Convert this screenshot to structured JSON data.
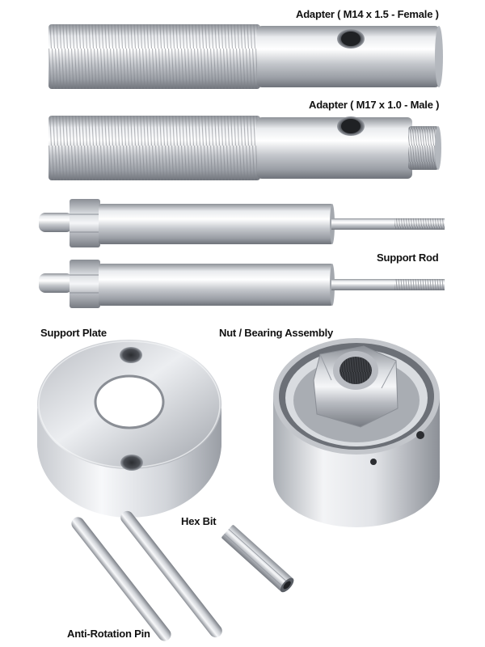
{
  "labels": {
    "adapter_female": "Adapter ( M14 x 1.5 - Female )",
    "adapter_male": "Adapter ( M17 x 1.0 - Male )",
    "support_rod": "Support Rod",
    "support_plate": "Support Plate",
    "nut_bearing": "Nut / Bearing Assembly",
    "hex_bit": "Hex Bit",
    "anti_rotation_pin": "Anti-Rotation Pin"
  },
  "colors": {
    "background": "#ffffff",
    "metal_light": "#f4f5f7",
    "metal_mid": "#c9ccd1",
    "metal_dark": "#7d8188",
    "label": "#111111"
  }
}
